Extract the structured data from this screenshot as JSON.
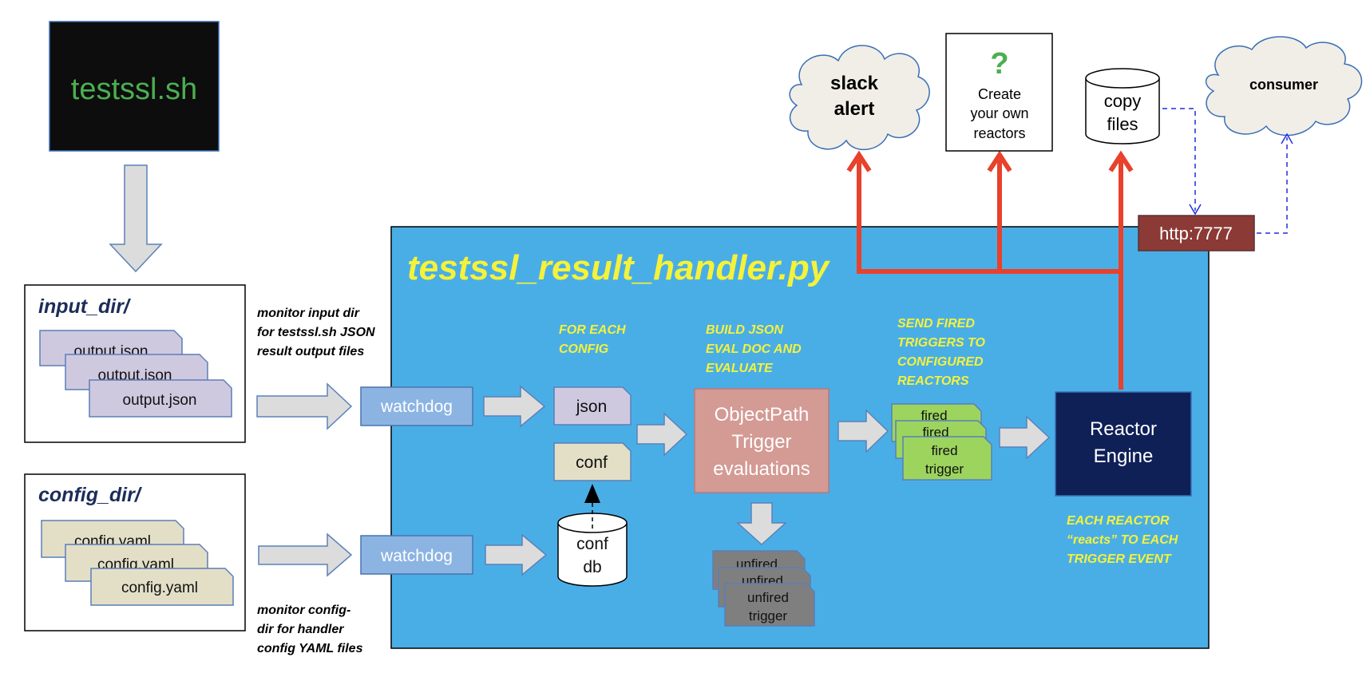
{
  "source_box": {
    "label": "testssl.sh",
    "text_color": "#4caf50",
    "bg_color": "#0d0d0d"
  },
  "input_dir": {
    "title": "input_dir/",
    "files": [
      "output.json",
      "output.json",
      "output.json"
    ]
  },
  "config_dir": {
    "title": "config_dir/",
    "files": [
      "config.yaml",
      "config.yaml",
      "config.yaml"
    ]
  },
  "notes": {
    "monitor_input": [
      "monitor input dir",
      "for testssl.sh JSON",
      "result output files"
    ],
    "monitor_config": [
      "monitor config-",
      "dir for handler",
      "config YAML files"
    ]
  },
  "handler": {
    "title": "testssl_result_handler.py",
    "bg_color": "#4aaee6",
    "title_color": "#f5f23a",
    "watchdog_label": "watchdog",
    "json_label": "json",
    "conf_label": "conf",
    "confdb_label": [
      "conf",
      "db"
    ],
    "for_each": [
      "FOR EACH",
      "CONFIG"
    ],
    "build_json": [
      "BUILD JSON",
      "EVAL DOC AND",
      "EVALUATE"
    ],
    "send_fired": [
      "SEND FIRED",
      "TRIGGERS TO",
      "CONFIGURED",
      "REACTORS"
    ],
    "objectpath": [
      "ObjectPath",
      "Trigger",
      "evaluations"
    ],
    "fired_partial": [
      "fired",
      "fired"
    ],
    "fired_full": [
      "fired",
      "trigger"
    ],
    "unfired_partial": [
      "unfired",
      "unfired"
    ],
    "unfired_full": [
      "unfired",
      "trigger"
    ],
    "reactor_engine": [
      "Reactor",
      "Engine"
    ],
    "each_reactor": [
      "EACH REACTOR",
      "“reacts” TO EACH",
      "TRIGGER EVENT"
    ]
  },
  "reactors": {
    "slack": [
      "slack",
      "alert"
    ],
    "custom_mark": "?",
    "custom": [
      "Create",
      "your own",
      "reactors"
    ],
    "copy": [
      "copy",
      "files"
    ],
    "consumer": "consumer",
    "http": "http:7777"
  },
  "colors": {
    "arrow_red": "#e8412c",
    "arrow_blue": "#1f2fe0",
    "file_purple": "#cfc9e0",
    "file_tan": "#e3dfc7",
    "watchdog": "#8cb4e2",
    "objectpath": "#d49a94",
    "fired": "#9cd45e",
    "unfired": "#7f7f7f",
    "reactor_engine": "#0f2057",
    "http_box": "#8b3a36",
    "cloud": "#f0eee6"
  }
}
